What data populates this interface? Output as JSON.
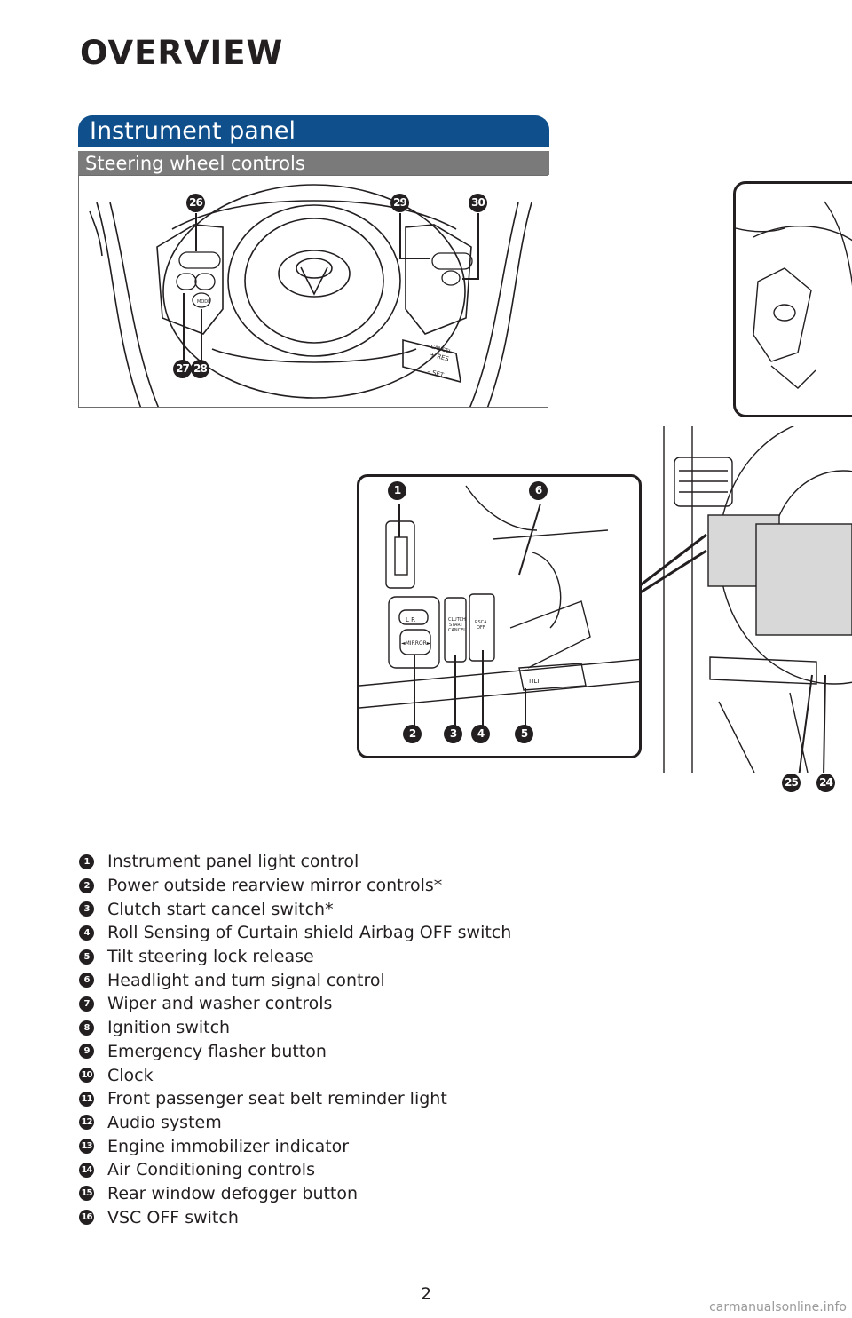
{
  "page_title": "OVERVIEW",
  "section_title": "Instrument panel",
  "subsection_title": "Steering wheel controls",
  "colors": {
    "banner_blue": "#0f4f8c",
    "banner_gray": "#7a7a7a",
    "ink": "#231f20"
  },
  "steering_callouts": [
    "26",
    "29",
    "30",
    "27",
    "28"
  ],
  "steering_switch_labels": {
    "res": "+ RES",
    "set": "– SET",
    "mode": "MODE",
    "cancel": "CANCEL"
  },
  "inset_callouts": [
    "1",
    "6",
    "2",
    "3",
    "4",
    "5"
  ],
  "inset_labels": {
    "mirror": "◄MIRROR►",
    "lr": "L R",
    "clutch": [
      "CLUTCH",
      "START",
      "CANCEL"
    ],
    "rsca": [
      "RSCA",
      "OFF"
    ],
    "tilt": "TILT"
  },
  "dash_callouts": [
    "25",
    "24"
  ],
  "legend": [
    {
      "num": "1",
      "text": "Instrument panel light control"
    },
    {
      "num": "2",
      "text": "Power outside rearview mirror controls*"
    },
    {
      "num": "3",
      "text": "Clutch start cancel switch*"
    },
    {
      "num": "4",
      "text": "Roll Sensing of Curtain shield Airbag OFF switch"
    },
    {
      "num": "5",
      "text": "Tilt steering lock release"
    },
    {
      "num": "6",
      "text": "Headlight and turn signal control"
    },
    {
      "num": "7",
      "text": "Wiper and washer controls"
    },
    {
      "num": "8",
      "text": "Ignition switch"
    },
    {
      "num": "9",
      "text": "Emergency flasher button"
    },
    {
      "num": "10",
      "text": "Clock"
    },
    {
      "num": "11",
      "text": "Front passenger seat belt reminder light"
    },
    {
      "num": "12",
      "text": "Audio system"
    },
    {
      "num": "13",
      "text": "Engine immobilizer indicator"
    },
    {
      "num": "14",
      "text": "Air Conditioning controls"
    },
    {
      "num": "15",
      "text": "Rear window defogger button"
    },
    {
      "num": "16",
      "text": "VSC OFF switch"
    }
  ],
  "page_number": "2",
  "watermark": "carmanualsonline.info"
}
